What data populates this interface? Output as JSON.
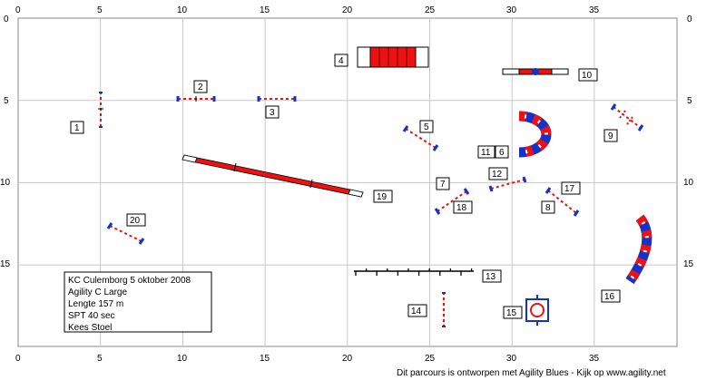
{
  "course": {
    "info_lines": [
      "KC Culemborg 5 oktober 2008",
      "Agility C Large",
      "Lengte 157 m",
      "SPT 40 sec",
      "Kees Stoel"
    ],
    "footer": "Dit parcours is ontworpen met Agility Blues - Kijk op www.agility.net"
  },
  "axes": {
    "x_ticks": [
      "0",
      "5",
      "10",
      "15",
      "20",
      "25",
      "30",
      "35"
    ],
    "y_ticks": [
      "0",
      "5",
      "10",
      "15"
    ]
  },
  "obstacles": [
    {
      "number": "1",
      "type": "hurdle"
    },
    {
      "number": "2",
      "type": "hurdle"
    },
    {
      "number": "3",
      "type": "hurdle"
    },
    {
      "number": "4",
      "type": "tunnel"
    },
    {
      "number": "5",
      "type": "hurdle"
    },
    {
      "number": "6",
      "type": "tire"
    },
    {
      "number": "7",
      "type": "hurdle"
    },
    {
      "number": "8",
      "type": "hurdle"
    },
    {
      "number": "9",
      "type": "hurdle"
    },
    {
      "number": "10",
      "type": "long-jump"
    },
    {
      "number": "11",
      "type": "tunnel"
    },
    {
      "number": "12",
      "type": "hurdle"
    },
    {
      "number": "13",
      "type": "weave-poles"
    },
    {
      "number": "14",
      "type": "hurdle"
    },
    {
      "number": "15",
      "type": "table"
    },
    {
      "number": "16",
      "type": "tunnel"
    },
    {
      "number": "17",
      "type": "hurdle"
    },
    {
      "number": "18",
      "type": "hurdle"
    },
    {
      "number": "19",
      "type": "dog-walk"
    },
    {
      "number": "20",
      "type": "hurdle"
    }
  ],
  "colors": {
    "red": "#ee1111",
    "blue": "#1133cc",
    "grid": "#c8c8c8",
    "frame": "#888888"
  }
}
